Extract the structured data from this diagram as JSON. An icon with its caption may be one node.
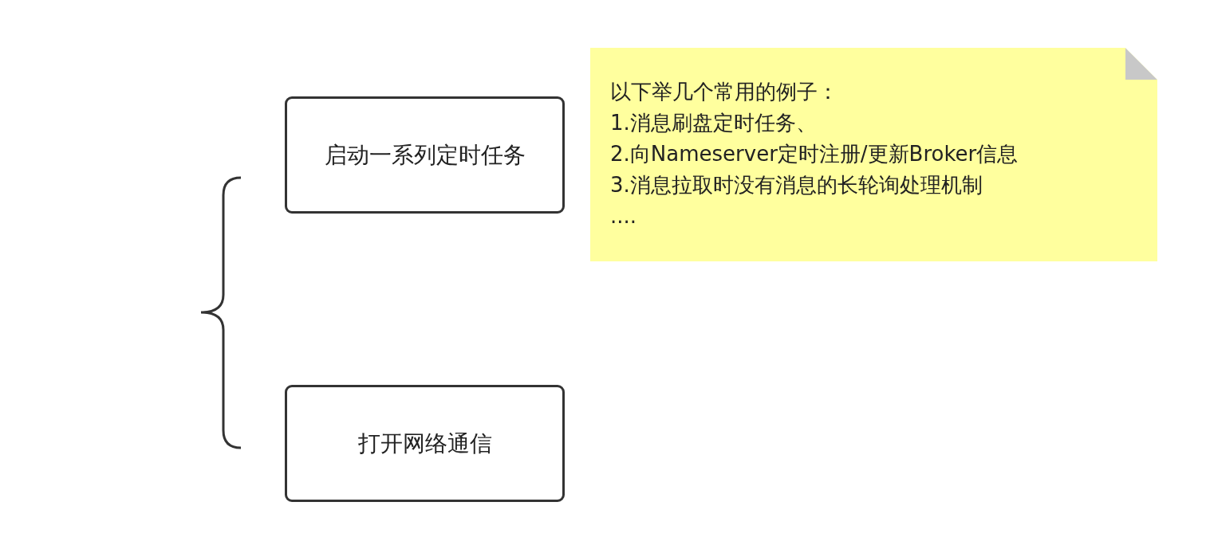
{
  "diagram": {
    "nodes": [
      {
        "text": [
          "启动一系列定时任务"
        ]
      },
      {
        "text": [
          "打开网络通信"
        ]
      },
      {
        "text": [
          "以下举几个常用的例子：",
          "1.消息刷盘定时任务、",
          "2.向Nameserver定时注册/更新Broker信息",
          "3.消息拉取时没有消息的长轮询处理机制",
          "...."
        ]
      }
    ]
  }
}
